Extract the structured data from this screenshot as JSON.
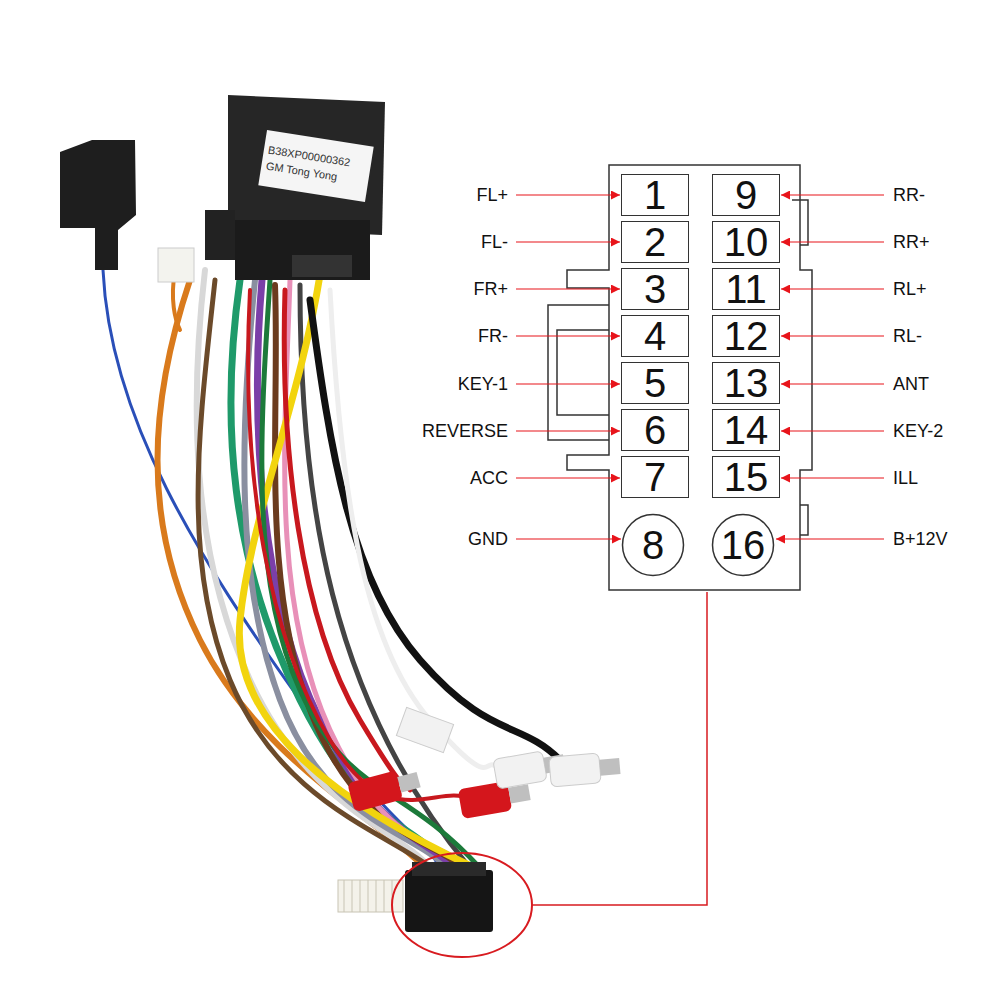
{
  "diagram": {
    "nodes": [
      {
        "text": [
          "1"
        ]
      },
      {
        "text": [
          "9"
        ]
      },
      {
        "text": [
          "2"
        ]
      },
      {
        "text": [
          "10"
        ]
      },
      {
        "text": [
          "3"
        ]
      },
      {
        "text": [
          "11"
        ]
      },
      {
        "text": [
          "4"
        ]
      },
      {
        "text": [
          "12"
        ]
      },
      {
        "text": [
          "5"
        ]
      },
      {
        "text": [
          "13"
        ]
      },
      {
        "text": [
          "6"
        ]
      },
      {
        "text": [
          "14"
        ]
      },
      {
        "text": [
          "7"
        ]
      },
      {
        "text": [
          "15"
        ]
      },
      {
        "text": [
          "8"
        ]
      },
      {
        "text": [
          "16"
        ]
      }
    ],
    "labels": [
      "FL+",
      "RR-",
      "FL-",
      "RR+",
      "FR+",
      "RL+",
      "FR-",
      "RL-",
      "KEY-1",
      "ANT",
      "REVERSE",
      "KEY-2",
      "ACC",
      "ILL",
      "GND",
      "B+12V",
      "B38XP00000362",
      "GM Tong Yong"
    ]
  }
}
